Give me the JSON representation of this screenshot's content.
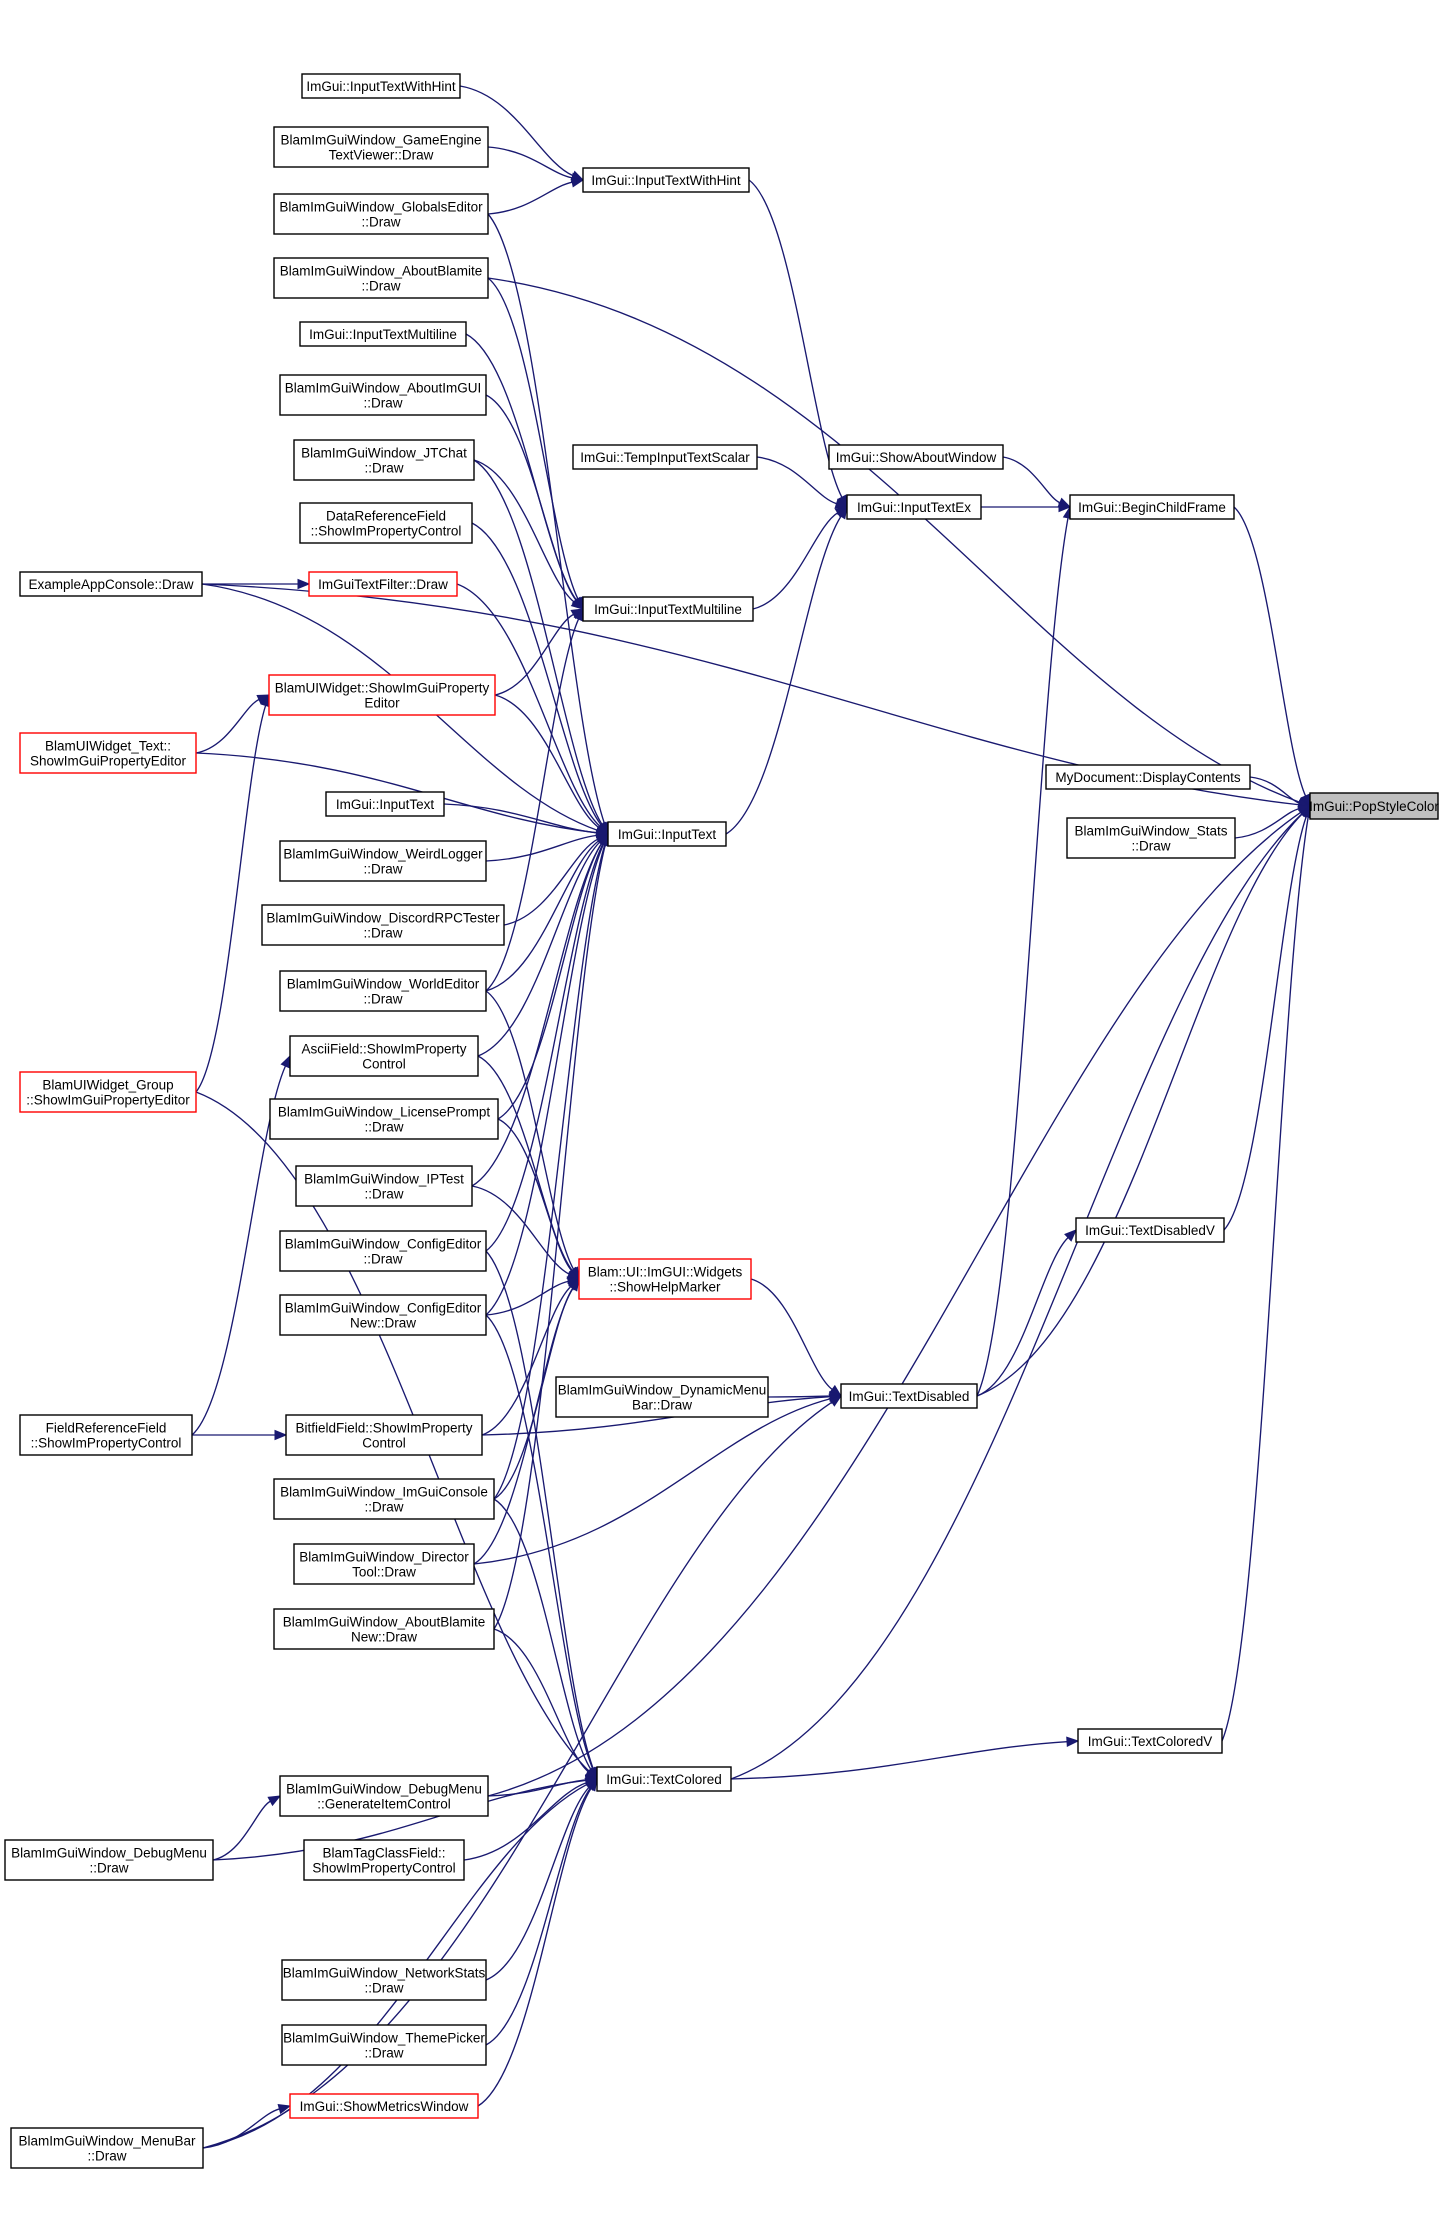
{
  "colors": {
    "edge": "#191970",
    "node_border": "#000000",
    "node_border_truncated": "#ff0000",
    "highlight_fill": "#bfbfbf",
    "background": "#ffffff"
  },
  "nodes": [
    {
      "id": "pop",
      "lines": [
        "ImGui::PopStyleColor"
      ],
      "style": "highlight"
    },
    {
      "id": "iwh1",
      "lines": [
        "ImGui::InputTextWithHint"
      ],
      "style": "normal"
    },
    {
      "id": "getv",
      "lines": [
        "BlamImGuiWindow_GameEngine",
        "TextViewer::Draw"
      ],
      "style": "normal"
    },
    {
      "id": "glob",
      "lines": [
        "BlamImGuiWindow_GlobalsEditor",
        "::Draw"
      ],
      "style": "normal"
    },
    {
      "id": "iwh2",
      "lines": [
        "ImGui::InputTextWithHint"
      ],
      "style": "normal"
    },
    {
      "id": "about",
      "lines": [
        "BlamImGuiWindow_AboutBlamite",
        "::Draw"
      ],
      "style": "normal"
    },
    {
      "id": "itm1",
      "lines": [
        "ImGui::InputTextMultiline"
      ],
      "style": "normal"
    },
    {
      "id": "aboutimgui",
      "lines": [
        "BlamImGuiWindow_AboutImGUI",
        "::Draw"
      ],
      "style": "normal"
    },
    {
      "id": "jtchat",
      "lines": [
        "BlamImGuiWindow_JTChat",
        "::Draw"
      ],
      "style": "normal"
    },
    {
      "id": "tis",
      "lines": [
        "ImGui::TempInputTextScalar"
      ],
      "style": "normal"
    },
    {
      "id": "saw",
      "lines": [
        "ImGui::ShowAboutWindow"
      ],
      "style": "normal"
    },
    {
      "id": "ite",
      "lines": [
        "ImGui::InputTextEx"
      ],
      "style": "normal"
    },
    {
      "id": "bcf",
      "lines": [
        "ImGui::BeginChildFrame"
      ],
      "style": "normal"
    },
    {
      "id": "drf",
      "lines": [
        "DataReferenceField",
        "::ShowImPropertyControl"
      ],
      "style": "normal"
    },
    {
      "id": "eac",
      "lines": [
        "ExampleAppConsole::Draw"
      ],
      "style": "normal"
    },
    {
      "id": "tf",
      "lines": [
        "ImGuiTextFilter::Draw"
      ],
      "style": "red"
    },
    {
      "id": "itm2",
      "lines": [
        "ImGui::InputTextMultiline"
      ],
      "style": "normal"
    },
    {
      "id": "uiw",
      "lines": [
        "BlamUIWidget::ShowImGuiProperty",
        "Editor"
      ],
      "style": "red"
    },
    {
      "id": "uitext",
      "lines": [
        "BlamUIWidget_Text::",
        "ShowImGuiPropertyEditor"
      ],
      "style": "red"
    },
    {
      "id": "mydoc",
      "lines": [
        "MyDocument::DisplayContents"
      ],
      "style": "normal"
    },
    {
      "id": "it1",
      "lines": [
        "ImGui::InputText"
      ],
      "style": "normal"
    },
    {
      "id": "it2",
      "lines": [
        "ImGui::InputText"
      ],
      "style": "normal"
    },
    {
      "id": "stats",
      "lines": [
        "BlamImGuiWindow_Stats",
        "::Draw"
      ],
      "style": "normal"
    },
    {
      "id": "weird",
      "lines": [
        "BlamImGuiWindow_WeirdLogger",
        "::Draw"
      ],
      "style": "normal"
    },
    {
      "id": "discord",
      "lines": [
        "BlamImGuiWindow_DiscordRPCTester",
        "::Draw"
      ],
      "style": "normal"
    },
    {
      "id": "world",
      "lines": [
        "BlamImGuiWindow_WorldEditor",
        "::Draw"
      ],
      "style": "normal"
    },
    {
      "id": "ascii",
      "lines": [
        "AsciiField::ShowImProperty",
        "Control"
      ],
      "style": "normal"
    },
    {
      "id": "uigroup",
      "lines": [
        "BlamUIWidget_Group",
        "::ShowImGuiPropertyEditor"
      ],
      "style": "red"
    },
    {
      "id": "license",
      "lines": [
        "BlamImGuiWindow_LicensePrompt",
        "::Draw"
      ],
      "style": "normal"
    },
    {
      "id": "iptest",
      "lines": [
        "BlamImGuiWindow_IPTest",
        "::Draw"
      ],
      "style": "normal"
    },
    {
      "id": "tdv",
      "lines": [
        "ImGui::TextDisabledV"
      ],
      "style": "normal"
    },
    {
      "id": "config",
      "lines": [
        "BlamImGuiWindow_ConfigEditor",
        "::Draw"
      ],
      "style": "normal"
    },
    {
      "id": "helpm",
      "lines": [
        "Blam::UI::ImGUI::Widgets",
        "::ShowHelpMarker"
      ],
      "style": "red"
    },
    {
      "id": "confignew",
      "lines": [
        "BlamImGuiWindow_ConfigEditor",
        "New::Draw"
      ],
      "style": "normal"
    },
    {
      "id": "dynmenu",
      "lines": [
        "BlamImGuiWindow_DynamicMenu",
        "Bar::Draw"
      ],
      "style": "normal"
    },
    {
      "id": "td",
      "lines": [
        "ImGui::TextDisabled"
      ],
      "style": "normal"
    },
    {
      "id": "frf",
      "lines": [
        "FieldReferenceField",
        "::ShowImPropertyControl"
      ],
      "style": "normal"
    },
    {
      "id": "bitf",
      "lines": [
        "BitfieldField::ShowImProperty",
        "Control"
      ],
      "style": "normal"
    },
    {
      "id": "imcon",
      "lines": [
        "BlamImGuiWindow_ImGuiConsole",
        "::Draw"
      ],
      "style": "normal"
    },
    {
      "id": "director",
      "lines": [
        "BlamImGuiWindow_Director",
        "Tool::Draw"
      ],
      "style": "normal"
    },
    {
      "id": "aboutnew",
      "lines": [
        "BlamImGuiWindow_AboutBlamite",
        "New::Draw"
      ],
      "style": "normal"
    },
    {
      "id": "tcv",
      "lines": [
        "ImGui::TextColoredV"
      ],
      "style": "normal"
    },
    {
      "id": "gic",
      "lines": [
        "BlamImGuiWindow_DebugMenu",
        "::GenerateItemControl"
      ],
      "style": "normal"
    },
    {
      "id": "tc",
      "lines": [
        "ImGui::TextColored"
      ],
      "style": "normal"
    },
    {
      "id": "dbgmenu",
      "lines": [
        "BlamImGuiWindow_DebugMenu",
        "::Draw"
      ],
      "style": "normal"
    },
    {
      "id": "tagclass",
      "lines": [
        "BlamTagClassField::",
        "ShowImPropertyControl"
      ],
      "style": "normal"
    },
    {
      "id": "netstats",
      "lines": [
        "BlamImGuiWindow_NetworkStats",
        "::Draw"
      ],
      "style": "normal"
    },
    {
      "id": "theme",
      "lines": [
        "BlamImGuiWindow_ThemePicker",
        "::Draw"
      ],
      "style": "normal"
    },
    {
      "id": "smw",
      "lines": [
        "ImGui::ShowMetricsWindow"
      ],
      "style": "red"
    },
    {
      "id": "menubar",
      "lines": [
        "BlamImGuiWindow_MenuBar",
        "::Draw"
      ],
      "style": "normal"
    }
  ]
}
